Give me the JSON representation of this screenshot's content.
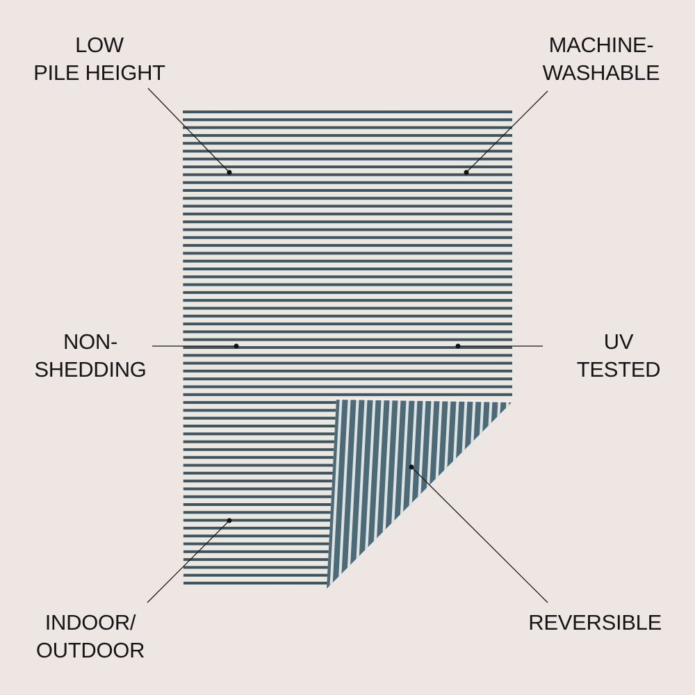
{
  "colors": {
    "background": "#ede6e2",
    "rug_base": "#ebe8e2",
    "stripe": "#3f5562",
    "reverse_base": "#4d6a79",
    "reverse_stripe": "#dfe3e2",
    "text": "#151515"
  },
  "features": {
    "low_pile": {
      "line1": "LOW",
      "line2": "PILE HEIGHT"
    },
    "machine_washable": {
      "line1": "MACHINE-",
      "line2": "WASHABLE"
    },
    "non_shedding": {
      "line1": "NON-",
      "line2": "SHEDDING"
    },
    "uv_tested": {
      "line1": "UV",
      "line2": "TESTED"
    },
    "indoor_outdoor": {
      "line1": "INDOOR/",
      "line2": "OUTDOOR"
    },
    "reversible": {
      "line1": "REVERSIBLE"
    }
  }
}
